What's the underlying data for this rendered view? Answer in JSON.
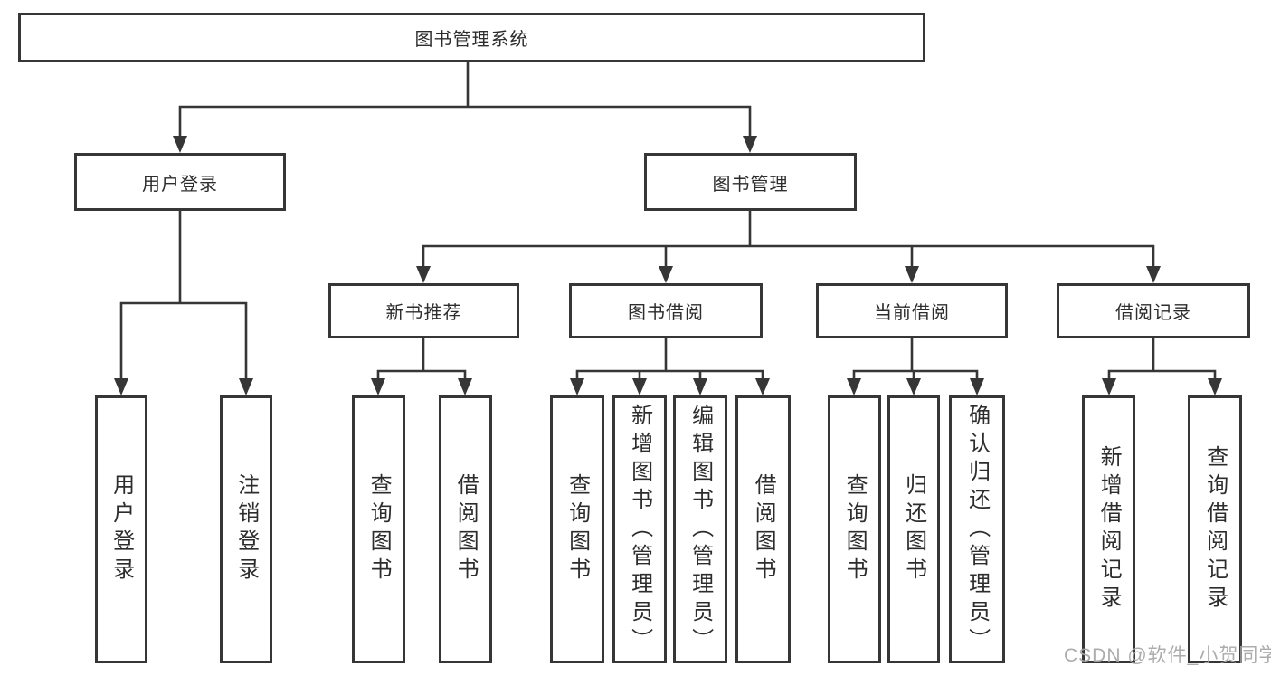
{
  "tree": {
    "root": {
      "label": "图书管理系统"
    },
    "children": [
      {
        "label": "用户登录",
        "children": [
          {
            "label": "用户登录"
          },
          {
            "label": "注销登录"
          }
        ]
      },
      {
        "label": "图书管理",
        "children": [
          {
            "label": "新书推荐",
            "children": [
              {
                "label": "查询图书"
              },
              {
                "label": "借阅图书"
              }
            ]
          },
          {
            "label": "图书借阅",
            "children": [
              {
                "label": "查询图书"
              },
              {
                "label": "新增图书（管理员）"
              },
              {
                "label": "编辑图书（管理员）"
              },
              {
                "label": "借阅图书"
              }
            ]
          },
          {
            "label": "当前借阅",
            "children": [
              {
                "label": "查询图书"
              },
              {
                "label": "归还图书"
              },
              {
                "label": "确认归还（管理员）"
              }
            ]
          },
          {
            "label": "借阅记录",
            "children": [
              {
                "label": "新增借阅记录"
              },
              {
                "label": "查询借阅记录"
              }
            ]
          }
        ]
      }
    ]
  },
  "watermark": "CSDN @软件_小贺同学",
  "colors": {
    "line": "#363636",
    "box_border": "#363636",
    "box_fill": "#ffffff",
    "text": "#2d2d2d",
    "watermark": "#a8a8a8",
    "background": "#ffffff"
  }
}
